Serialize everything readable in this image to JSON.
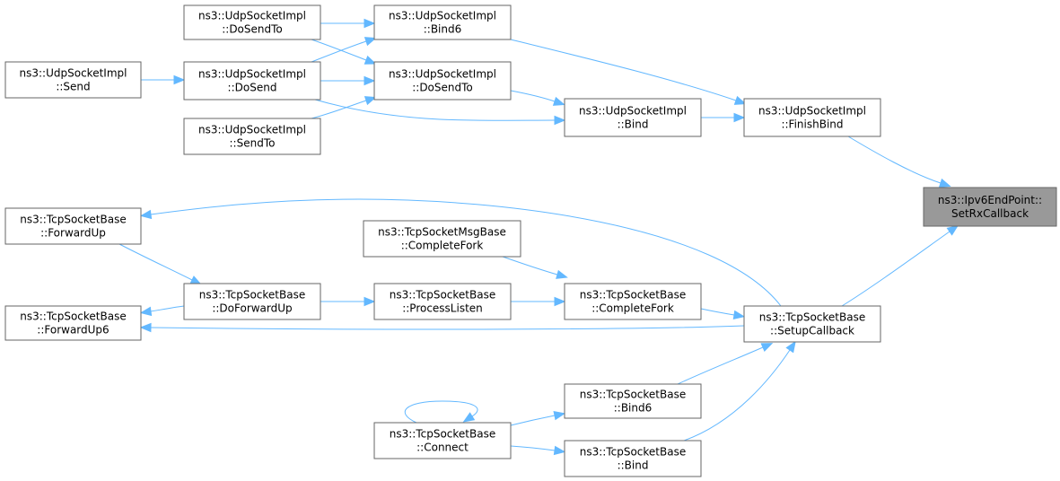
{
  "graph": {
    "title": "",
    "nodes": [
      {
        "id": "root",
        "lines": [
          "ns3::Ipv6EndPoint::",
          "SetRxCallback"
        ],
        "highlight": true
      },
      {
        "id": "udp_finishbind",
        "lines": [
          "ns3::UdpSocketImpl",
          "::FinishBind"
        ]
      },
      {
        "id": "tcp_setupcallback",
        "lines": [
          "ns3::TcpSocketBase",
          "::SetupCallback"
        ]
      },
      {
        "id": "udp_bind",
        "lines": [
          "ns3::UdpSocketImpl",
          "::Bind"
        ]
      },
      {
        "id": "udp_bind6",
        "lines": [
          "ns3::UdpSocketImpl",
          "::Bind6"
        ]
      },
      {
        "id": "udp_dosendto_mid",
        "lines": [
          "ns3::UdpSocketImpl",
          "::DoSendTo"
        ]
      },
      {
        "id": "udp_dosendto_left",
        "lines": [
          "ns3::UdpSocketImpl",
          "::DoSendTo"
        ]
      },
      {
        "id": "udp_dosend",
        "lines": [
          "ns3::UdpSocketImpl",
          "::DoSend"
        ]
      },
      {
        "id": "udp_sendto",
        "lines": [
          "ns3::UdpSocketImpl",
          "::SendTo"
        ]
      },
      {
        "id": "udp_send",
        "lines": [
          "ns3::UdpSocketImpl",
          "::Send"
        ]
      },
      {
        "id": "tcp_forwardup",
        "lines": [
          "ns3::TcpSocketBase",
          "::ForwardUp"
        ]
      },
      {
        "id": "tcp_forwardup6",
        "lines": [
          "ns3::TcpSocketBase",
          "::ForwardUp6"
        ]
      },
      {
        "id": "tcp_doforwardup",
        "lines": [
          "ns3::TcpSocketBase",
          "::DoForwardUp"
        ]
      },
      {
        "id": "tcp_processlisten",
        "lines": [
          "ns3::TcpSocketBase",
          "::ProcessListen"
        ]
      },
      {
        "id": "tcp_completefork",
        "lines": [
          "ns3::TcpSocketBase",
          "::CompleteFork"
        ]
      },
      {
        "id": "tcpmsg_completefork",
        "lines": [
          "ns3::TcpSocketMsgBase",
          "::CompleteFork"
        ]
      },
      {
        "id": "tcp_bind6",
        "lines": [
          "ns3::TcpSocketBase",
          "::Bind6"
        ]
      },
      {
        "id": "tcp_bind",
        "lines": [
          "ns3::TcpSocketBase",
          "::Bind"
        ]
      },
      {
        "id": "tcp_connect",
        "lines": [
          "ns3::TcpSocketBase",
          "::Connect"
        ]
      }
    ],
    "edges": [
      {
        "from": "udp_finishbind",
        "to": "root"
      },
      {
        "from": "tcp_setupcallback",
        "to": "root"
      },
      {
        "from": "udp_bind",
        "to": "udp_finishbind"
      },
      {
        "from": "udp_bind6",
        "to": "udp_finishbind"
      },
      {
        "from": "udp_dosendto_mid",
        "to": "udp_bind"
      },
      {
        "from": "udp_dosend",
        "to": "udp_bind"
      },
      {
        "from": "udp_dosendto_left",
        "to": "udp_bind6"
      },
      {
        "from": "udp_dosend",
        "to": "udp_bind6"
      },
      {
        "from": "udp_dosendto_left",
        "to": "udp_dosendto_mid"
      },
      {
        "from": "udp_dosend",
        "to": "udp_dosendto_mid"
      },
      {
        "from": "udp_sendto",
        "to": "udp_dosendto_mid"
      },
      {
        "from": "udp_send",
        "to": "udp_dosend"
      },
      {
        "from": "tcp_setupcallback",
        "to": "tcp_forwardup"
      },
      {
        "from": "tcp_setupcallback",
        "to": "tcp_forwardup6"
      },
      {
        "from": "tcp_forwardup",
        "to": "tcp_doforwardup"
      },
      {
        "from": "tcp_doforwardup",
        "to": "tcp_forwardup6"
      },
      {
        "from": "tcp_doforwardup",
        "to": "tcp_processlisten"
      },
      {
        "from": "tcp_processlisten",
        "to": "tcp_completefork"
      },
      {
        "from": "tcpmsg_completefork",
        "to": "tcp_completefork"
      },
      {
        "from": "tcp_completefork",
        "to": "tcp_setupcallback"
      },
      {
        "from": "tcp_bind6",
        "to": "tcp_setupcallback"
      },
      {
        "from": "tcp_bind",
        "to": "tcp_setupcallback"
      },
      {
        "from": "tcp_connect",
        "to": "tcp_bind6"
      },
      {
        "from": "tcp_connect",
        "to": "tcp_bind"
      },
      {
        "from": "tcp_connect",
        "to": "tcp_connect"
      }
    ]
  },
  "colors": {
    "edge": "#63b8ff",
    "node_fill": "#ffffff",
    "node_border": "#666666",
    "root_fill": "#999999",
    "text": "#000000"
  }
}
